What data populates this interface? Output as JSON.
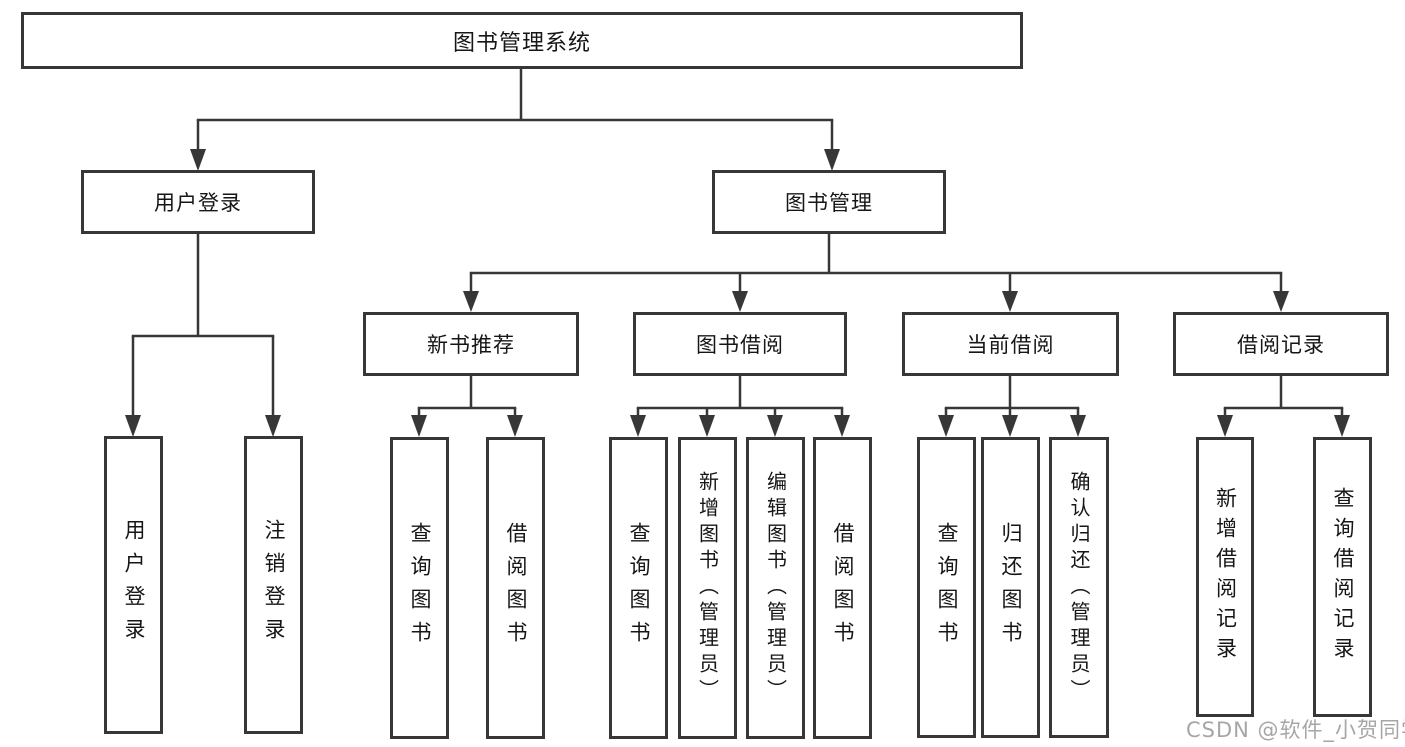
{
  "tree": {
    "label": "图书管理系统",
    "children": [
      {
        "label": "用户登录",
        "children": [
          {
            "label": "用户登录"
          },
          {
            "label": "注销登录"
          }
        ]
      },
      {
        "label": "图书管理",
        "children": [
          {
            "label": "新书推荐",
            "children": [
              {
                "label": "查询图书"
              },
              {
                "label": "借阅图书"
              }
            ]
          },
          {
            "label": "图书借阅",
            "children": [
              {
                "label": "查询图书"
              },
              {
                "label": "新增图书（管理员）"
              },
              {
                "label": "编辑图书（管理员）"
              },
              {
                "label": "借阅图书"
              }
            ]
          },
          {
            "label": "当前借阅",
            "children": [
              {
                "label": "查询图书"
              },
              {
                "label": "归还图书"
              },
              {
                "label": "确认归还（管理员）"
              }
            ]
          },
          {
            "label": "借阅记录",
            "children": [
              {
                "label": "新增借阅记录"
              },
              {
                "label": "查询借阅记录"
              }
            ]
          }
        ]
      }
    ]
  },
  "watermark": {
    "text": "CSDN @软件_小贺同学"
  },
  "colors": {
    "line": "#373737",
    "box_border": "#373737",
    "box_fill": "#ffffff",
    "text": "#161616",
    "background": "#ffffff",
    "watermark": "#9e9e9e"
  }
}
